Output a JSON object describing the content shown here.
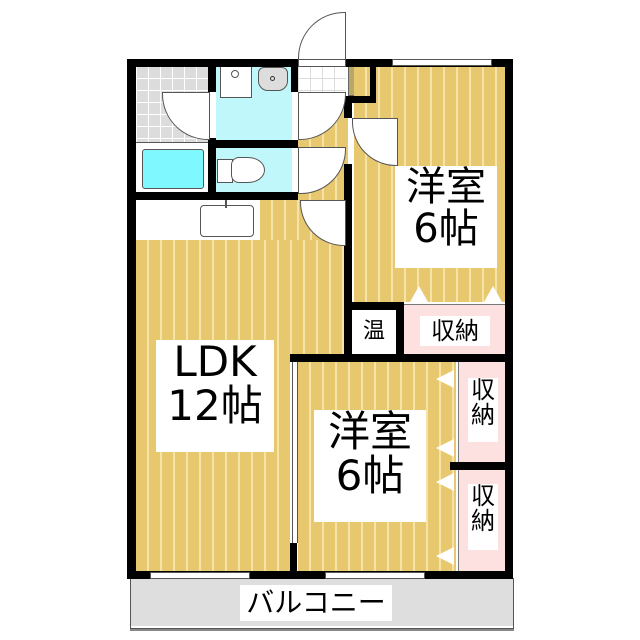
{
  "floorplan": {
    "rooms": {
      "western_room_1": {
        "name": "洋室",
        "size": "6帖"
      },
      "western_room_2": {
        "name": "洋室",
        "size": "6帖"
      },
      "ldk": {
        "name": "LDK",
        "size": "12帖"
      },
      "water_heater": {
        "label": "温"
      },
      "closet_1": {
        "label": "収納"
      },
      "closet_2": {
        "label": "収\n納",
        "line1": "収",
        "line2": "納"
      },
      "closet_3": {
        "label": "収\n納",
        "line1": "収",
        "line2": "納"
      },
      "balcony": {
        "label": "バルコニー"
      }
    },
    "colors": {
      "wall": "#000000",
      "wood_floor": "#e8c86e",
      "wood_stripe": "#f6e3a8",
      "wet_area": "#bff7fb",
      "bathtub": "#80f8ff",
      "closet": "#fde0e0",
      "tile": "#dcdcdc",
      "balcony": "#dedede",
      "shoe_box": "#b8a868"
    }
  }
}
